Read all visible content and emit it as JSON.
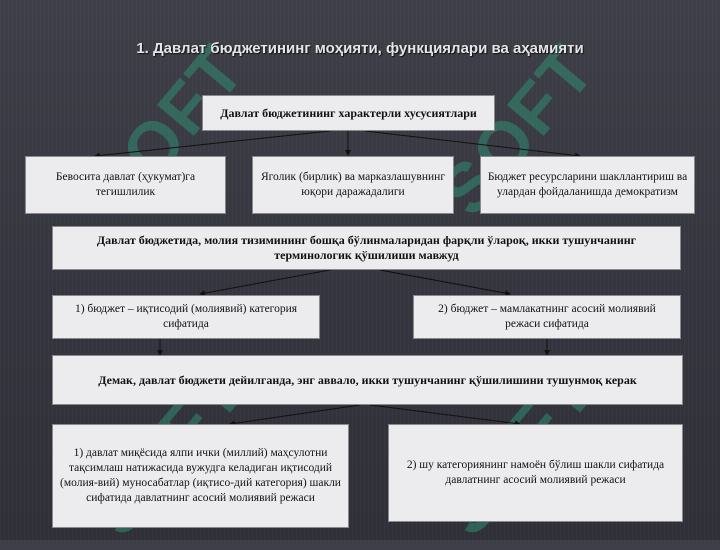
{
  "title": "1. Давлат бюджетининг моҳияти, функциялари ва аҳамияти",
  "nodes": {
    "top": "Давлат бюджетининг характерли хусусиятлари",
    "feature1": "Бевосита давлат (ҳукумат)га тегишлилик",
    "feature2": "Яголик (бирлик) ва марказлашувнинг юқори даражадалиги",
    "feature3": "Бюджет ресурсларини шакллантириш ва улардан фойдаланишда демократизм",
    "distinction": "Давлат бюджетида, молия тизимининг бошқа бўлинмаларидан фарқли ўлароқ, икки тушунчанинг терминологик қўшилиши мавжуд",
    "concept1": "1) бюджет – иқтисодий  (молиявий) категория сифатида",
    "concept2": "2) бюджет – мамлакатнинг асосий молиявий режаси сифатида",
    "conclusion": "Демак, давлат бюджети дейилганда, энг аввало, икки тушунчанинг қўшилишини тушунмоқ керак",
    "meaning1": "1) давлат миқёсида ялпи ички (миллий) маҳсулотни тақсимлаш натижасида вужудга келадиган иқтисодий (молия-вий) муносабатлар (иқтисо-дий категория) шакли сифатида давлатнинг асосий молиявий режаси",
    "meaning2": "2) шу категориянинг намоён бўлиш шакли сифатида давлатнинг асосий молиявий режаси"
  },
  "watermark": "SOFT",
  "colors": {
    "background": "#3a3b44",
    "box": "#ececee",
    "watermark": "#2f9e7c"
  }
}
